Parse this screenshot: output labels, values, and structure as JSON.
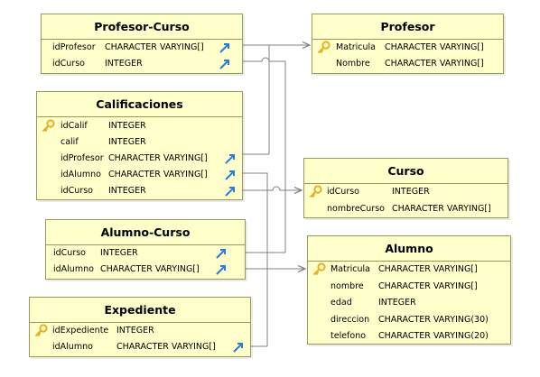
{
  "tables": {
    "profesor_curso": {
      "title": "Profesor-Curso",
      "fields": [
        {
          "name": "idProfesor",
          "type": "CHARACTER VARYING[]"
        },
        {
          "name": "idCurso",
          "type": "INTEGER"
        }
      ]
    },
    "profesor": {
      "title": "Profesor",
      "fields": [
        {
          "name": "Matricula",
          "type": "CHARACTER VARYING[]"
        },
        {
          "name": "Nombre",
          "type": "CHARACTER VARYING[]"
        }
      ]
    },
    "calificaciones": {
      "title": "Calificaciones",
      "fields": [
        {
          "name": "idCalif",
          "type": "INTEGER"
        },
        {
          "name": "calif",
          "type": "INTEGER"
        },
        {
          "name": "idProfesor",
          "type": "CHARACTER VARYING[]"
        },
        {
          "name": "idAlumno",
          "type": "CHARACTER VARYING[]"
        },
        {
          "name": "idCurso",
          "type": "INTEGER"
        }
      ]
    },
    "curso": {
      "title": "Curso",
      "fields": [
        {
          "name": "idCurso",
          "type": "INTEGER"
        },
        {
          "name": "nombreCurso",
          "type": "CHARACTER VARYING[]"
        }
      ]
    },
    "alumno_curso": {
      "title": "Alumno-Curso",
      "fields": [
        {
          "name": "idCurso",
          "type": "INTEGER"
        },
        {
          "name": "idAlumno",
          "type": "CHARACTER VARYING[]"
        }
      ]
    },
    "alumno": {
      "title": "Alumno",
      "fields": [
        {
          "name": "Matricula",
          "type": "CHARACTER VARYING[]"
        },
        {
          "name": "nombre",
          "type": "CHARACTER VARYING[]"
        },
        {
          "name": "edad",
          "type": "INTEGER"
        },
        {
          "name": "direccion",
          "type": "CHARACTER VARYING(30)"
        },
        {
          "name": "telefono",
          "type": "CHARACTER VARYING(20)"
        }
      ]
    },
    "expediente": {
      "title": "Expediente",
      "fields": [
        {
          "name": "idExpediente",
          "type": "INTEGER"
        },
        {
          "name": "idAlumno",
          "type": "CHARACTER VARYING[]"
        }
      ]
    }
  },
  "icons": {
    "primary_key": "key-icon",
    "foreign_key": "foreign-key-arrow-icon"
  },
  "colors": {
    "table_fill": "#ffffcc",
    "table_border": "#9a9a55",
    "connector": "#808080",
    "key_gold": "#e6b020",
    "fk_arrow": "#2a7bd4"
  }
}
